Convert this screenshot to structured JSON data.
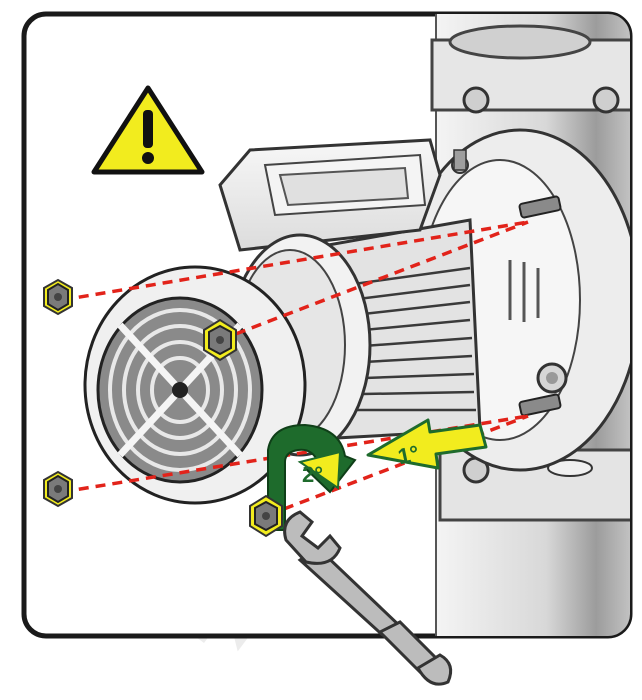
{
  "figure": {
    "steps": [
      {
        "number_label": "1°"
      },
      {
        "number_label": "2°"
      }
    ],
    "nut_count": 4,
    "colors": {
      "frame": "#1a1a1a",
      "warning_fill": "#f2ec1e",
      "nut_highlight": "#f2ec1e",
      "dashed_guide": "#e2231a",
      "step1_arrow": "#f2ec1e",
      "step2_arrow": "#1e6b2c",
      "metal_light": "#e8e8e8",
      "metal_dark": "#9a9a9a"
    },
    "icons": [
      "warning-icon",
      "wrench-icon",
      "nut-icon",
      "rotate-arrow-icon",
      "push-arrow-icon"
    ]
  }
}
